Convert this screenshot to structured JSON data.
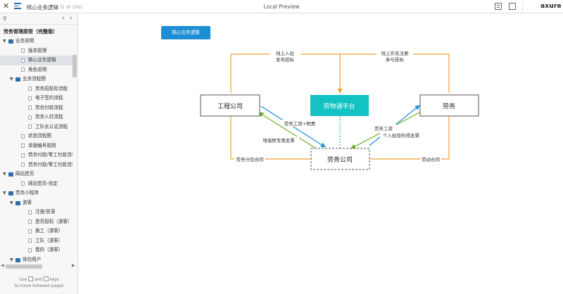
{
  "topbar": {
    "page_name": "核心业务逻辑",
    "page_count": "(2 of 192)",
    "preview_title": "Local Preview",
    "logo": "axure"
  },
  "sidebar": {
    "project_title": "劳务管理原型（完整版）",
    "hint_line1_a": "Use",
    "hint_line1_b": "and",
    "hint_line1_c": "keys",
    "hint_line2": "to move between pages",
    "tree": [
      {
        "label": "业务说明",
        "type": "folder",
        "level": 0,
        "expanded": true
      },
      {
        "label": "版本管理",
        "type": "page",
        "level": 1
      },
      {
        "label": "核心业务逻辑",
        "type": "page",
        "level": 1,
        "selected": true
      },
      {
        "label": "角色说明",
        "type": "page",
        "level": 1
      },
      {
        "label": "业务流程图",
        "type": "folder",
        "level": 1,
        "expanded": true
      },
      {
        "label": "劳务招投标流程",
        "type": "page",
        "level": 2
      },
      {
        "label": "电子签约流程",
        "type": "page",
        "level": 2
      },
      {
        "label": "劳务付款流程",
        "type": "page",
        "level": 2
      },
      {
        "label": "劳务入驻流程",
        "type": "page",
        "level": 2
      },
      {
        "label": "工队长认证流程",
        "type": "page",
        "level": 2
      },
      {
        "label": "状态流程图",
        "type": "page",
        "level": 1
      },
      {
        "label": "单据编号规则",
        "type": "page",
        "level": 1
      },
      {
        "label": "劳务付款/零工付款流程",
        "type": "page",
        "level": 1
      },
      {
        "label": "劳务付款/零工付款流程",
        "type": "page",
        "level": 1
      },
      {
        "label": "网站首页",
        "type": "folder",
        "level": 0,
        "expanded": true
      },
      {
        "label": "网站首页-待定",
        "type": "page",
        "level": 1
      },
      {
        "label": "劳务小程序",
        "type": "folder",
        "level": 0,
        "expanded": true
      },
      {
        "label": "游客",
        "type": "folder",
        "level": 1,
        "expanded": true
      },
      {
        "label": "注册/登录",
        "type": "page",
        "level": 2
      },
      {
        "label": "首页招标（游客）",
        "type": "page",
        "level": 2
      },
      {
        "label": "施工（游客）",
        "type": "page",
        "level": 2
      },
      {
        "label": "工队（游客）",
        "type": "page",
        "level": 2
      },
      {
        "label": "我的（游客）",
        "type": "page",
        "level": 2
      },
      {
        "label": "体验用户",
        "type": "folder",
        "level": 1,
        "expanded": true
      }
    ]
  },
  "canvas": {
    "page_button": "核心业务逻辑",
    "nodes": {
      "engineering_company": "工程公司",
      "platform": "劳物通平台",
      "labor": "劳务",
      "labor_company": "劳务公司"
    },
    "edge_labels": {
      "online_entry": [
        "线上入驻",
        "发布招标"
      ],
      "online_register": [
        "线上实名注册",
        "参与投标"
      ],
      "labor_wage_tax": "劳务工资+税费",
      "vat_invoice": "增值税专用发票",
      "labor_wage": "劳务工资",
      "personal_tax_invoice": "个人经营所得发票",
      "subcontract": "劳务分包合同",
      "labor_contract": "劳动合同"
    },
    "colors": {
      "orange": "#f0a030",
      "blue_arrow": "#1c8fd4",
      "green_arrow": "#6ab023",
      "platform_fill": "#13c2c2",
      "button_fill": "#1c8fd4"
    }
  }
}
